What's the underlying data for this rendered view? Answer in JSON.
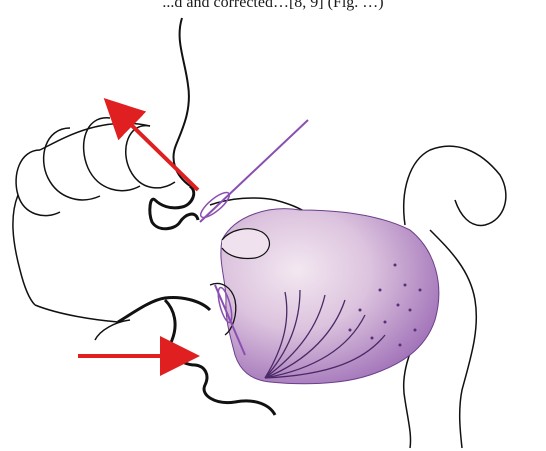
{
  "caption_fragment": "...d and corrected…[8, 9] (Fig. …)",
  "colors": {
    "outline": "#111111",
    "arrow": "#e02020",
    "tongue_fill": "#b88dc8",
    "tongue_light": "#efe2ee",
    "needle": "#8a4fb0",
    "background": "#ffffff"
  },
  "arrows": [
    {
      "name": "arrow-upper",
      "direction": "up-left"
    },
    {
      "name": "arrow-lower",
      "direction": "right"
    }
  ]
}
